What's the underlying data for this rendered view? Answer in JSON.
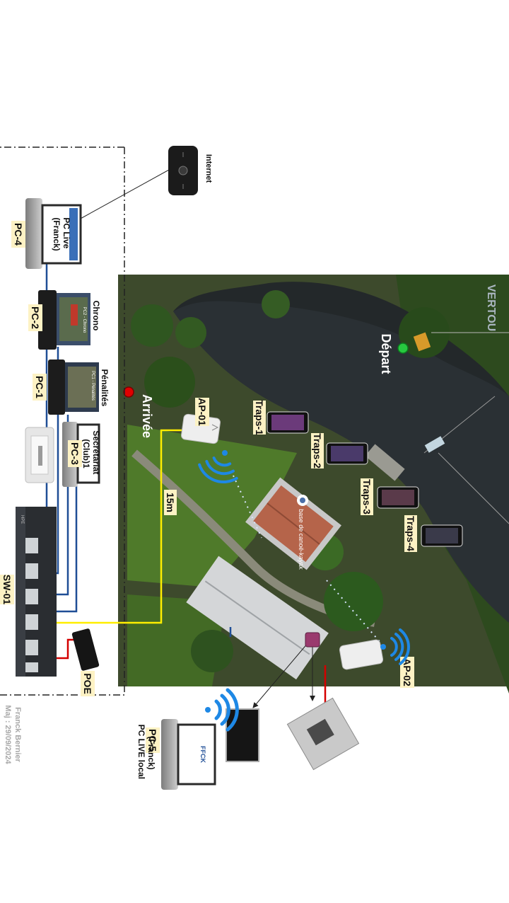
{
  "map": {
    "area_name": "VERTOU",
    "place_label": "base de canoë-kayak"
  },
  "markers": {
    "start": "Départ",
    "finish": "Arrivée"
  },
  "devices": {
    "internet": "Internet",
    "pc4": {
      "id": "PC-4",
      "screen": "PC Live\n(Franck)"
    },
    "pc2": {
      "id": "PC-2",
      "role": "Chrono",
      "screen": "PC2 - Chrono"
    },
    "pc1": {
      "id": "PC-1",
      "role": "Pénalités",
      "screen": "PC1 - Pénalités"
    },
    "pc3": {
      "id": "PC-3",
      "screen": "Secrétariat\n(Club)1"
    },
    "switch": "SW-01",
    "poe": "POE",
    "ap1": "AP-01",
    "ap2": "AP-02",
    "pc5": {
      "id": "PC-5",
      "role": "PC LIVE local\n(Franck)",
      "screen": "FFCK"
    },
    "traps": [
      "Traps-1",
      "Traps-2",
      "Traps-3",
      "Traps-4"
    ]
  },
  "cable_length": "15m",
  "footer": {
    "author": "Franck Bernier",
    "updated": "Maj : 29/09/2024"
  },
  "colors": {
    "lan_cable": "#1f4e96",
    "link_cable": "#ffee00",
    "power_cable": "#d40000",
    "wifi": "#1e88e5",
    "label_bg": "#fdf2c4",
    "start_marker": "#27c93f",
    "finish_marker": "#e00000",
    "footer_text": "#a8a8a8"
  }
}
